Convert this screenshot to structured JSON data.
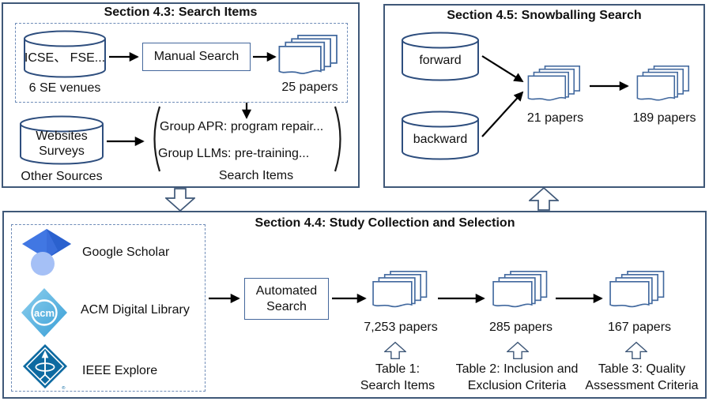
{
  "colors": {
    "box_border": "#3F5878",
    "shape_stroke": "#2E4E7E",
    "papers_stroke": "#41689E",
    "dashed_border": "#6F8CB8",
    "arrow_black": "#000000",
    "acm_light": "#8FD0EE",
    "acm_dark": "#379ED6",
    "ieee_blue": "#0D6AA1",
    "scholar_blue": "#4177E3",
    "scholar_dark": "#2B61CE",
    "scholar_circle": "#A5C0F6"
  },
  "section_43": {
    "title": "Section 4.3:  Search Items",
    "venues_db_text": "ICSE、 FSE...",
    "venues_label": "6 SE venues",
    "manual_search_label": "Manual Search",
    "manual_papers_label": "25 papers",
    "sources_db_line1": "Websites",
    "sources_db_line2": "Surveys",
    "sources_label": "Other Sources",
    "group_line1": "Group APR: program repair...",
    "group_line2": "Group LLMs: pre-training...",
    "group_label": "Search Items"
  },
  "section_45": {
    "title": "Section 4.5: Snowballing Search",
    "forward_db_text": "forward",
    "backward_db_text": "backward",
    "merged_papers_label": "21 papers",
    "final_papers_label": "189 papers"
  },
  "section_44": {
    "title": "Section 4.4: Study Collection and Selection",
    "databases": [
      {
        "name": "Google Scholar",
        "icon": "google-scholar-icon"
      },
      {
        "name": "ACM Digital Library",
        "icon": "acm-icon"
      },
      {
        "name": "IEEE Explore",
        "icon": "ieee-icon"
      }
    ],
    "acm_logo_text": "acm",
    "automated_search_line1": "Automated",
    "automated_search_line2": "Search",
    "stages": [
      {
        "count": "7,253 papers",
        "caption_line1": "Table 1:",
        "caption_line2": "Search Items"
      },
      {
        "count": "285 papers",
        "caption_line1": "Table 2: Inclusion and",
        "caption_line2": "Exclusion Criteria"
      },
      {
        "count": "167 papers",
        "caption_line1": "Table 3: Quality",
        "caption_line2": "Assessment Criteria"
      }
    ]
  }
}
